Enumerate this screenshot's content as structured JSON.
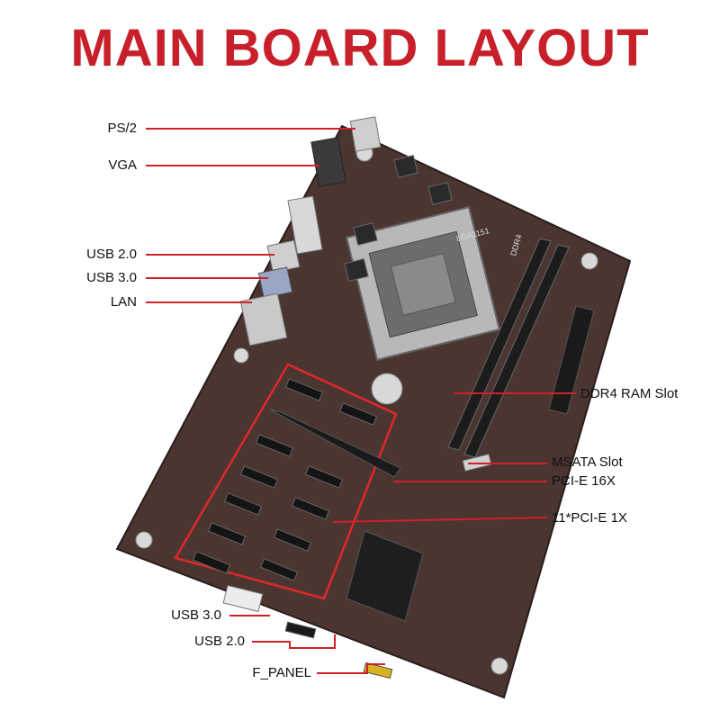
{
  "title": "MAIN BOARD LAYOUT",
  "colors": {
    "title": "#c8202a",
    "callout_line": "#d0202a",
    "board": "#4a3530"
  },
  "board": {
    "socket_label": "LGA1151",
    "ram_label": "DDR4"
  },
  "callouts_left": [
    {
      "id": "ps2",
      "label": "PS/2"
    },
    {
      "id": "vga",
      "label": "VGA"
    },
    {
      "id": "usb20-rear",
      "label": "USB 2.0"
    },
    {
      "id": "usb30-rear",
      "label": "USB 3.0"
    },
    {
      "id": "lan",
      "label": "LAN"
    },
    {
      "id": "usb30-header",
      "label": "USB 3.0"
    },
    {
      "id": "usb20-header",
      "label": "USB 2.0"
    },
    {
      "id": "f-panel",
      "label": "F_PANEL"
    }
  ],
  "callouts_right": [
    {
      "id": "ddr4",
      "label": "DDR4 RAM Slot"
    },
    {
      "id": "msata",
      "label": "MSATA Slot"
    },
    {
      "id": "pcie16",
      "label": "PCI-E  16X"
    },
    {
      "id": "pcie1",
      "label": "11*PCI-E  1X"
    }
  ]
}
